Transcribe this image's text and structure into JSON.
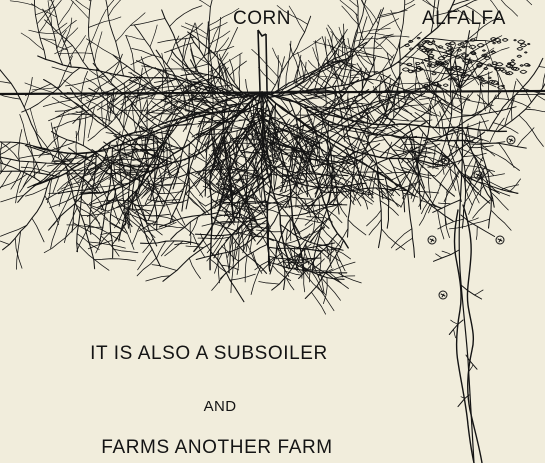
{
  "labels": {
    "corn": "CORN",
    "alfalfa": "ALFALFA"
  },
  "caption": {
    "line1": "IT IS ALSO A SUBSOILER",
    "line2": "AND",
    "line3": "FARMS ANOTHER FARM"
  },
  "colors": {
    "paper": "#f1eddc",
    "ink": "#141414"
  }
}
